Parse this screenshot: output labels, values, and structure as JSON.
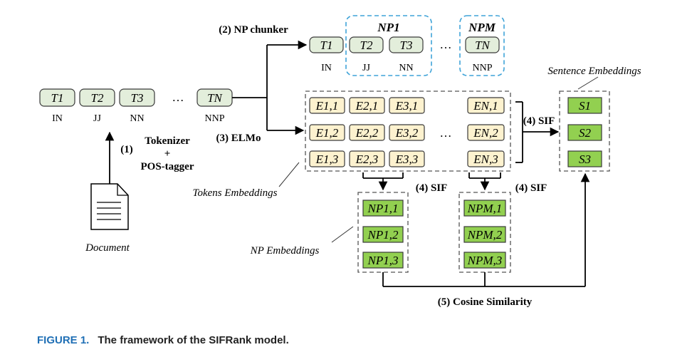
{
  "tokens": {
    "labels": [
      "T1",
      "T2",
      "T3",
      "TN"
    ],
    "tags": [
      "IN",
      "JJ",
      "NN",
      "NNP"
    ],
    "ellipsis": "…"
  },
  "chunk_tokens": {
    "labels": [
      "T1",
      "T2",
      "T3",
      "TN"
    ],
    "tags": [
      "IN",
      "JJ",
      "NN",
      "NNP"
    ],
    "np_first": "NP1",
    "np_last": "NPM"
  },
  "embeddings": {
    "col1": [
      "E1,1",
      "E1,2",
      "E1,3"
    ],
    "col2": [
      "E2,1",
      "E2,2",
      "E2,3"
    ],
    "col3": [
      "E3,1",
      "E3,2",
      "E3,3"
    ],
    "colN": [
      "EN,1",
      "EN,2",
      "EN,3"
    ]
  },
  "np_embeddings": {
    "group1": [
      "NP1,1",
      "NP1,2",
      "NP1,3"
    ],
    "groupM": [
      "NPM,1",
      "NPM,2",
      "NPM,3"
    ]
  },
  "sentence_embeddings": [
    "S1",
    "S2",
    "S3"
  ],
  "steps": {
    "tokenizer_num": "(1)",
    "tokenizer": "Tokenizer",
    "plus": "+",
    "postagger": "POS-tagger",
    "chunker": "(2) NP chunker",
    "elmo": "(3) ELMo",
    "sif": "(4) SIF",
    "cosine": "(5) Cosine Similarity"
  },
  "captions": {
    "document": "Document",
    "tokens_embeddings": "Tokens Embeddings",
    "np_embeddings": "NP Embeddings",
    "sentence_embeddings": "Sentence Embeddings"
  },
  "figure": {
    "label": "FIGURE 1.",
    "text": "The framework of the SIFRank model."
  },
  "colors": {
    "token_fill": "#e3eedb",
    "embedding_fill": "#fdf2cf",
    "green_fill": "#92d050",
    "np_chunk_border": "#3fa3d8",
    "figure_label": "#1f6fb5"
  }
}
